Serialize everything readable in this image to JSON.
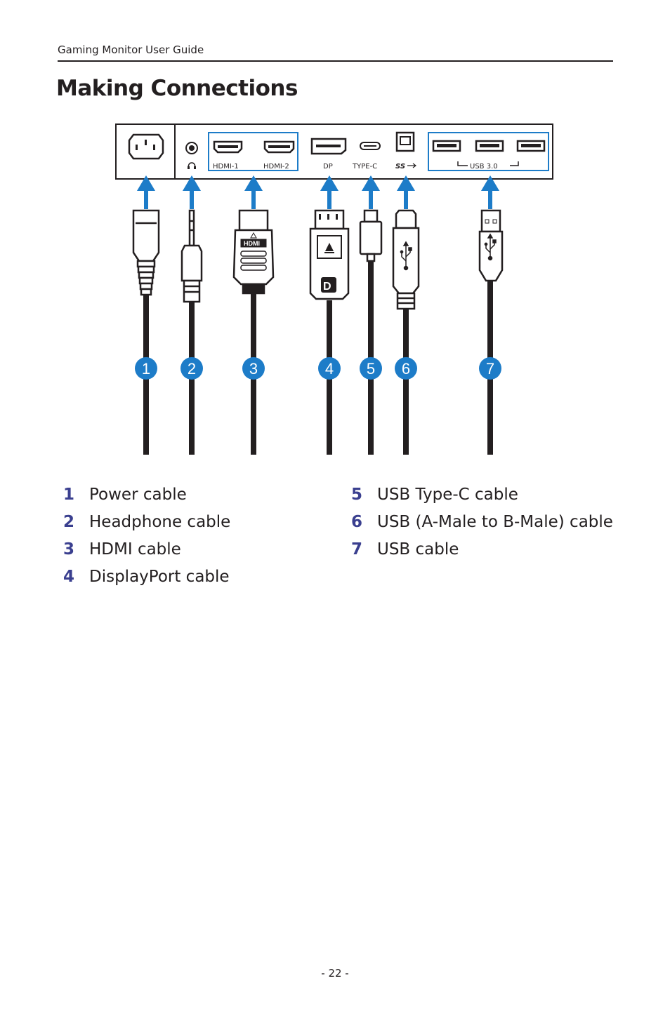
{
  "header": {
    "running_title": "Gaming Monitor User Guide"
  },
  "title": "Making Connections",
  "diagram": {
    "port_labels": {
      "hdmi1": "HDMI-1",
      "hdmi2": "HDMI-2",
      "dp": "DP",
      "typec": "TYPE-C",
      "ss": "SS",
      "usb": "USB 3.0"
    },
    "badges": [
      "1",
      "2",
      "3",
      "4",
      "5",
      "6",
      "7"
    ],
    "hdmi_logo": "HDMI",
    "colors": {
      "arrow": "#1d7cc8",
      "badge": "#1d7cc8",
      "highlight_box": "#1d7cc8",
      "cable": "#231f20"
    }
  },
  "legend": {
    "left": [
      {
        "num": "1",
        "label": "Power cable"
      },
      {
        "num": "2",
        "label": "Headphone cable"
      },
      {
        "num": "3",
        "label": "HDMI cable"
      },
      {
        "num": "4",
        "label": "DisplayPort cable"
      }
    ],
    "right": [
      {
        "num": "5",
        "label": "USB Type-C cable"
      },
      {
        "num": "6",
        "label": "USB (A-Male to B-Male) cable"
      },
      {
        "num": "7",
        "label": "USB cable"
      }
    ],
    "number_color": "#3a3f8f"
  },
  "footer": {
    "page_number": "- 22 -"
  }
}
